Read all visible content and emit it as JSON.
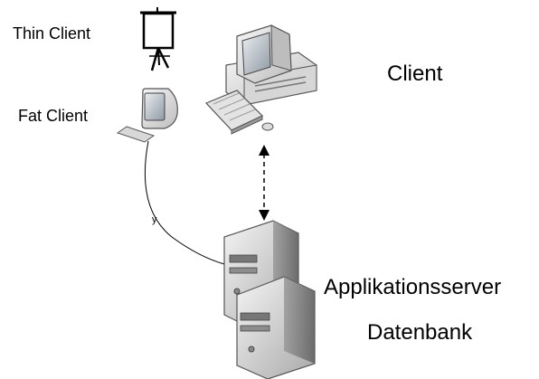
{
  "labels": {
    "thin_client": "Thin Client",
    "fat_client": "Fat Client",
    "client": "Client",
    "app_server": "Applikationsserver",
    "database": "Datenbank",
    "connector": "y"
  },
  "colors": {
    "line": "#000000",
    "grey_light": "#e6e6e6",
    "grey_mid": "#c0c0c0",
    "grey_dark": "#7a7a7a",
    "screen": "#9aa3ad"
  },
  "icons": [
    "easel-icon",
    "imac-icon",
    "desktop-computer-icon",
    "server-icon",
    "database-server-icon"
  ]
}
